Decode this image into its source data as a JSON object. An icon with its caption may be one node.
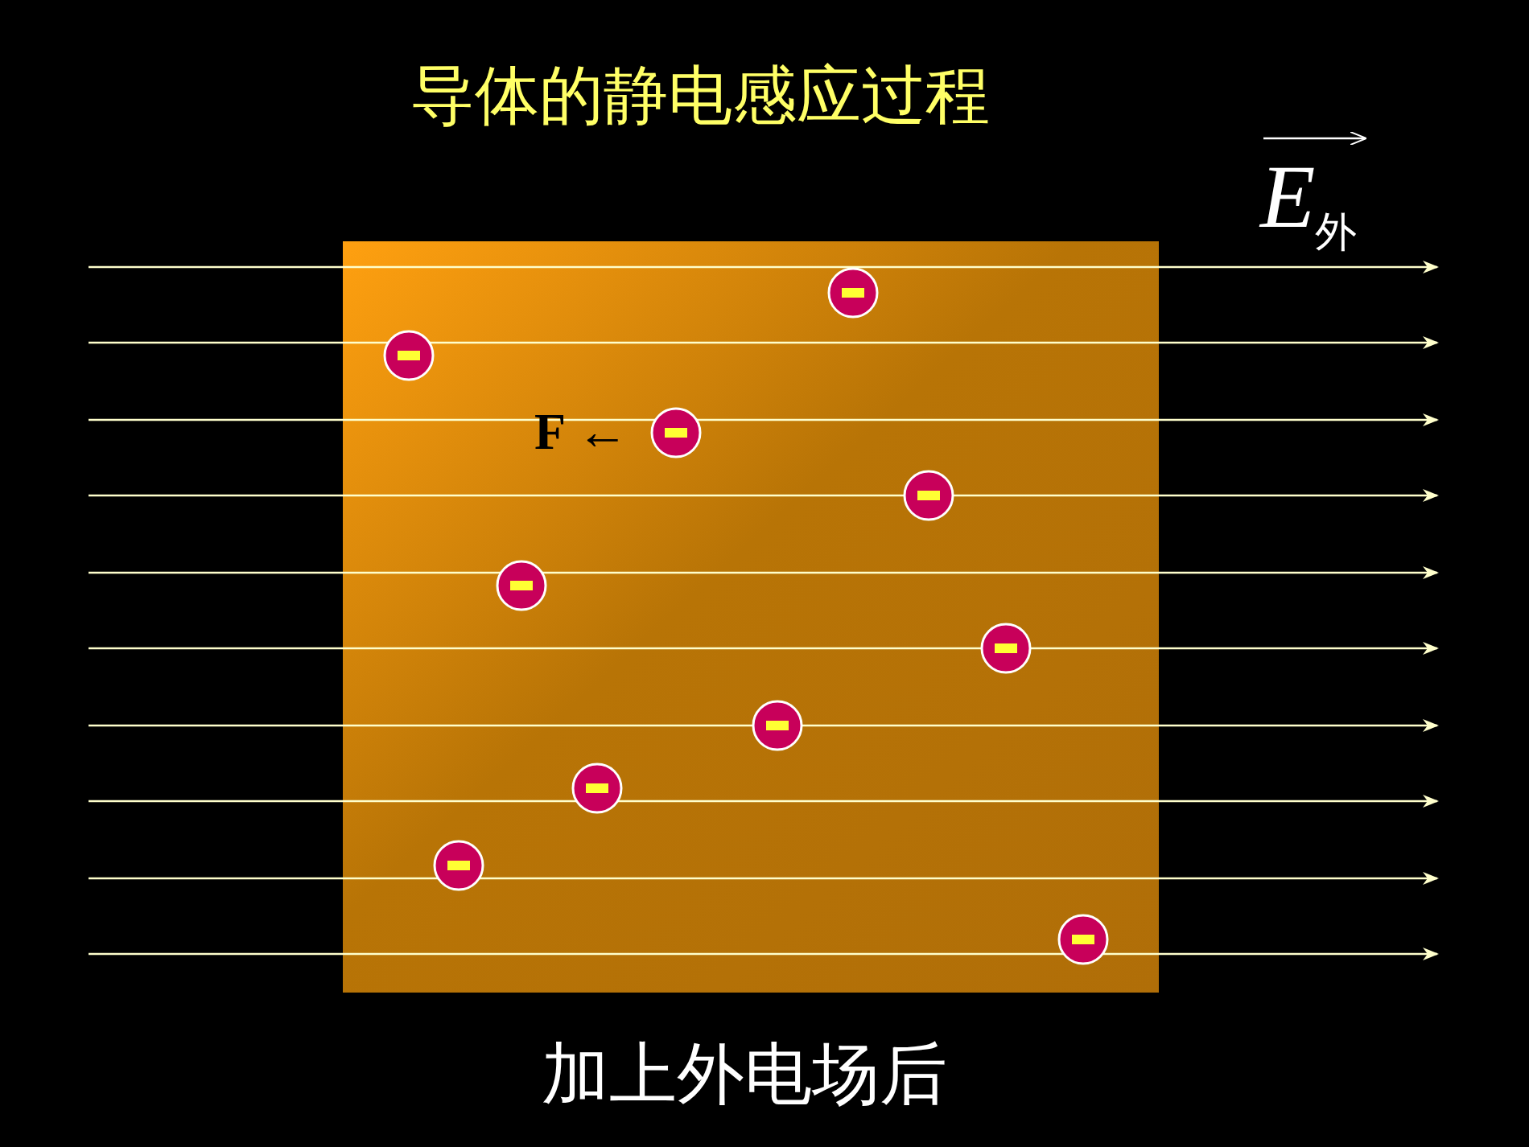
{
  "diagram": {
    "title": "导体的静电感应过程",
    "caption": "加上外电场后",
    "labels": [
      "F ←",
      "*E*$_{外}$"
    ]
  }
}
